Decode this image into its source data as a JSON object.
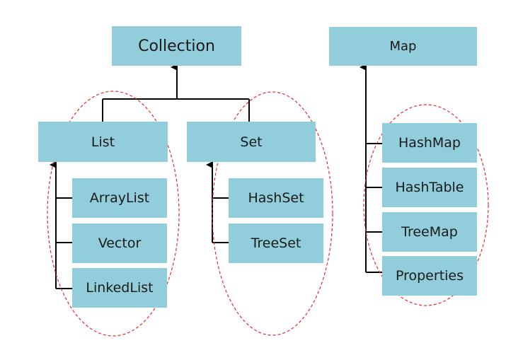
{
  "diagram": {
    "collection": "Collection",
    "map": "Map",
    "list": "List",
    "set": "Set",
    "list_items": [
      "ArrayList",
      "Vector",
      "LinkedList"
    ],
    "set_items": [
      "HashSet",
      "TreeSet"
    ],
    "map_items": [
      "HashMap",
      "HashTable",
      "TreeMap",
      "Properties"
    ]
  },
  "colors": {
    "box_fill": "#92cddc",
    "connector": "#000000",
    "group_outline": "#e8262b"
  }
}
